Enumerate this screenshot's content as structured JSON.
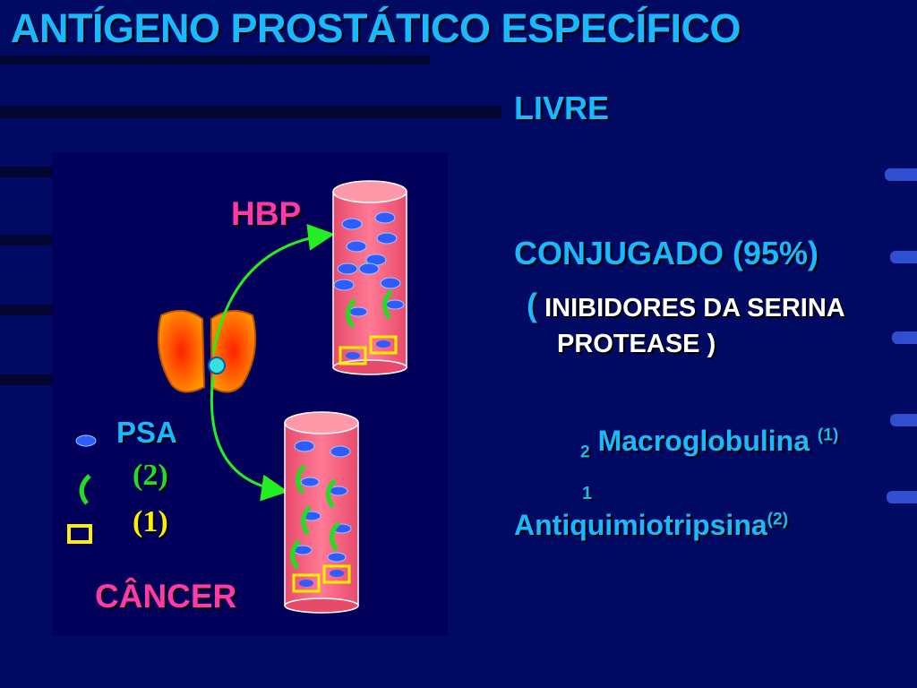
{
  "title": "ANTÍGENO PROSTÁTICO ESPECÍFICO",
  "labels": {
    "hbp": "HBP",
    "cancer": "CÂNCER",
    "psa": "PSA",
    "num2": "(2)",
    "num1": "(1)"
  },
  "right": {
    "livre": "LIVRE",
    "conjugado": "CONJUGADO (95%)",
    "paren_open": "(",
    "inibidores_line1": "INIBIDORES DA SERINA",
    "inibidores_line2": "PROTEASE )",
    "macro_sub": "2",
    "macro": "Macroglobulina",
    "macro_sup": "(1)",
    "anti_sub": "1",
    "anti": "Antiquimiotripsina",
    "anti_sup": "(2)"
  },
  "colors": {
    "background": "#000a63",
    "title": "#19b8ff",
    "label_pink": "#ff3aa8",
    "vessel": "#ff6b8a",
    "psa_blob": "#2f5cff",
    "inhibitor_green": "#22dd22",
    "inhibitor_yellow": "#ffee00",
    "arrow": "#22ee22"
  }
}
